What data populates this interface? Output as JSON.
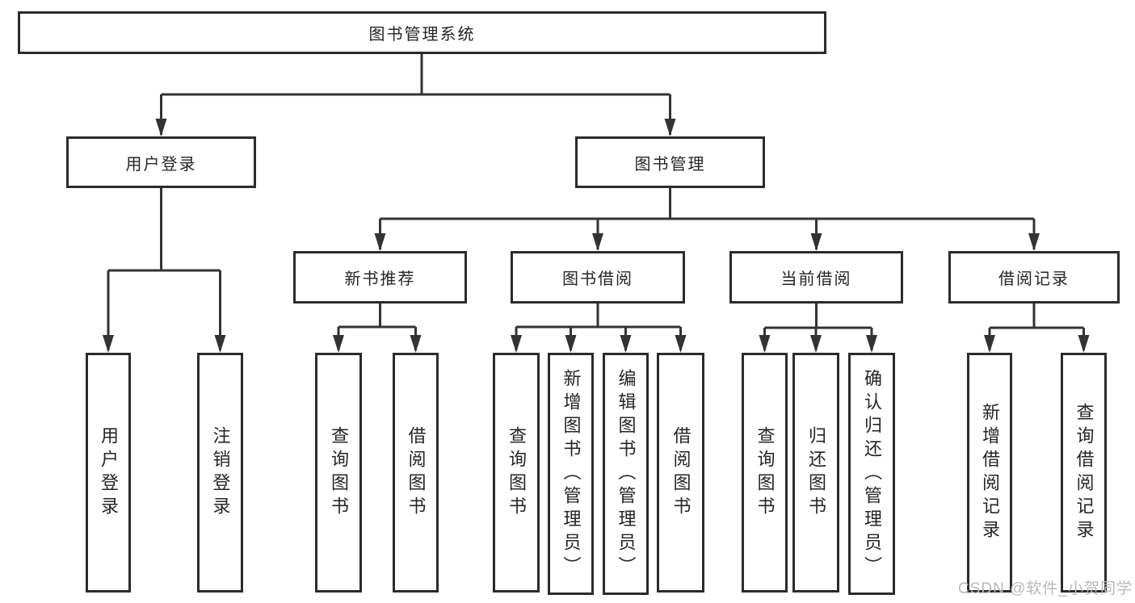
{
  "colors": {
    "line": "#333333",
    "border": "#2b2b2b",
    "text": "#252525",
    "watermark": "#b9b9b9",
    "background": "#ffffff"
  },
  "diagram": {
    "type": "hierarchy-tree",
    "root": {
      "label": "图书管理系统"
    },
    "level2": [
      {
        "label": "用户登录"
      },
      {
        "label": "图书管理"
      }
    ],
    "level3": [
      {
        "parent": "图书管理",
        "label": "新书推荐"
      },
      {
        "parent": "图书管理",
        "label": "图书借阅"
      },
      {
        "parent": "图书管理",
        "label": "当前借阅"
      },
      {
        "parent": "图书管理",
        "label": "借阅记录"
      }
    ],
    "leaves": [
      {
        "parent": "用户登录",
        "label": "用户登录"
      },
      {
        "parent": "用户登录",
        "label": "注销登录"
      },
      {
        "parent": "新书推荐",
        "label": "查询图书"
      },
      {
        "parent": "新书推荐",
        "label": "借阅图书"
      },
      {
        "parent": "图书借阅",
        "label": "查询图书"
      },
      {
        "parent": "图书借阅",
        "label": "新增图书（管理员）"
      },
      {
        "parent": "图书借阅",
        "label": "编辑图书（管理员）"
      },
      {
        "parent": "图书借阅",
        "label": "借阅图书"
      },
      {
        "parent": "当前借阅",
        "label": "查询图书"
      },
      {
        "parent": "当前借阅",
        "label": "归还图书"
      },
      {
        "parent": "当前借阅",
        "label": "确认归还（管理员）"
      },
      {
        "parent": "借阅记录",
        "label": "新增借阅记录"
      },
      {
        "parent": "借阅记录",
        "label": "查询借阅记录"
      }
    ]
  },
  "watermark": {
    "text": "CSDN @软件_小贺同学"
  }
}
